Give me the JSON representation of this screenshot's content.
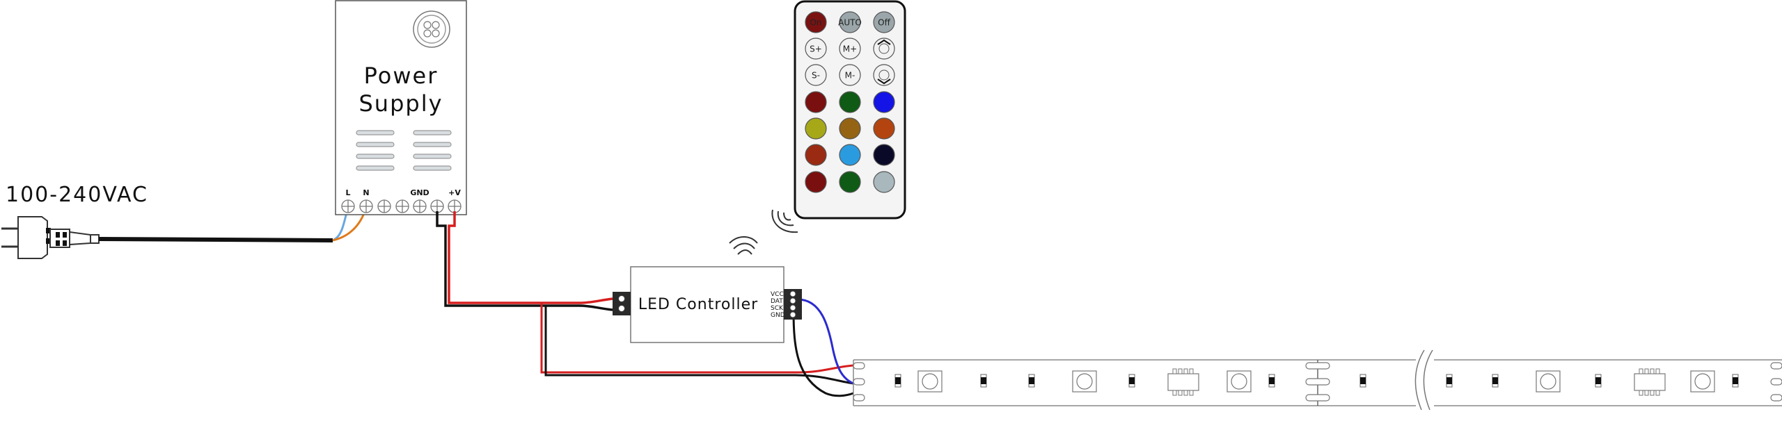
{
  "voltage_label": "100-240VAC",
  "power_supply": {
    "title_line1": "Power",
    "title_line2": "Supply",
    "terminal_labels": [
      "L",
      "N",
      "GND",
      "+V"
    ]
  },
  "controller": {
    "title": "LED Controller",
    "pins": [
      "VCC",
      "DAT",
      "SCK",
      "GND"
    ]
  },
  "remote": {
    "buttons": [
      {
        "label": "On",
        "color": "#7a1212",
        "text_color": "#ffffff"
      },
      {
        "label": "AUTO",
        "color": "#9aa6aa",
        "text_color": "#ffffff"
      },
      {
        "label": "Off",
        "color": "#9aa6aa",
        "text_color": "#a01616"
      },
      {
        "label": "S+",
        "color": "#f2f2f2",
        "text_color": "#222222"
      },
      {
        "label": "M+",
        "color": "#f2f2f2",
        "text_color": "#222222"
      },
      {
        "label": "",
        "color": "#f2f2f2",
        "text_color": "#222222",
        "icon": "brightness-up-icon"
      },
      {
        "label": "S-",
        "color": "#f2f2f2",
        "text_color": "#222222"
      },
      {
        "label": "M-",
        "color": "#f2f2f2",
        "text_color": "#222222"
      },
      {
        "label": "",
        "color": "#f2f2f2",
        "text_color": "#222222",
        "icon": "brightness-down-icon"
      },
      {
        "label": "",
        "color": "#7a0f0f"
      },
      {
        "label": "",
        "color": "#0f5a14"
      },
      {
        "label": "",
        "color": "#1414e6"
      },
      {
        "label": "",
        "color": "#a6a818"
      },
      {
        "label": "",
        "color": "#946414"
      },
      {
        "label": "",
        "color": "#b4440f"
      },
      {
        "label": "",
        "color": "#9a2a12"
      },
      {
        "label": "",
        "color": "#2b9be0"
      },
      {
        "label": "",
        "color": "#0a0a28"
      },
      {
        "label": "",
        "color": "#7a0f0f"
      },
      {
        "label": "",
        "color": "#0f5a14"
      },
      {
        "label": "",
        "color": "#a8b8bc"
      }
    ]
  },
  "wire_colors": {
    "red": "#d61e1e",
    "black": "#111111",
    "blue": "#2b2bd0",
    "orange": "#e07a1a",
    "light_blue": "#6aa7e0"
  }
}
